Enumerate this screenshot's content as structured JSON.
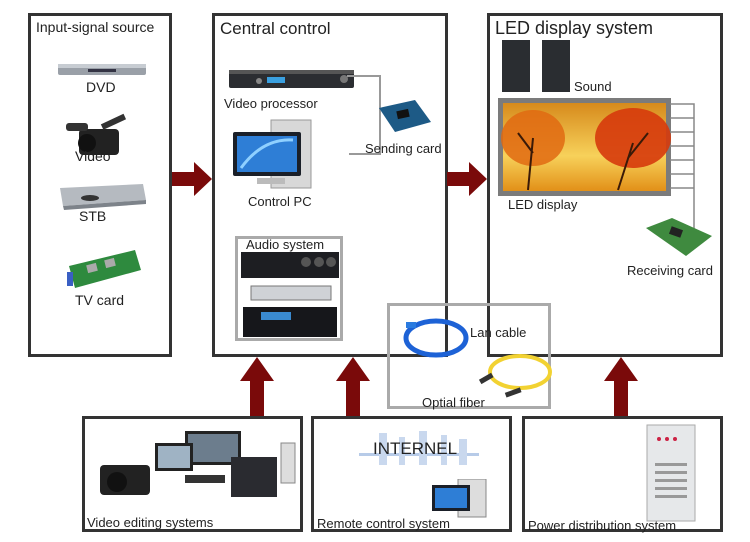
{
  "panels": {
    "input": {
      "title": "Input-signal source",
      "items": [
        "DVD",
        "Video",
        "STB",
        "TV card"
      ]
    },
    "central": {
      "title": "Central control",
      "video_processor": "Video processor",
      "sending_card": "Sending card",
      "control_pc": "Control PC",
      "audio_system": "Audio system"
    },
    "led": {
      "title": "LED display system",
      "sound": "Sound",
      "led_display": "LED display",
      "receiving_card": "Receiving card"
    },
    "cables": {
      "lan": "Lan cable",
      "fiber": "Optial fiber"
    },
    "bottom": {
      "video_editing": "Video editing systems",
      "remote_control": "Remote control system",
      "internet": "INTERNEL",
      "power": "Power distribution system"
    }
  },
  "colors": {
    "arrow": "#7a0a0a",
    "border": "#333333",
    "grey_border": "#aaaaaa"
  }
}
